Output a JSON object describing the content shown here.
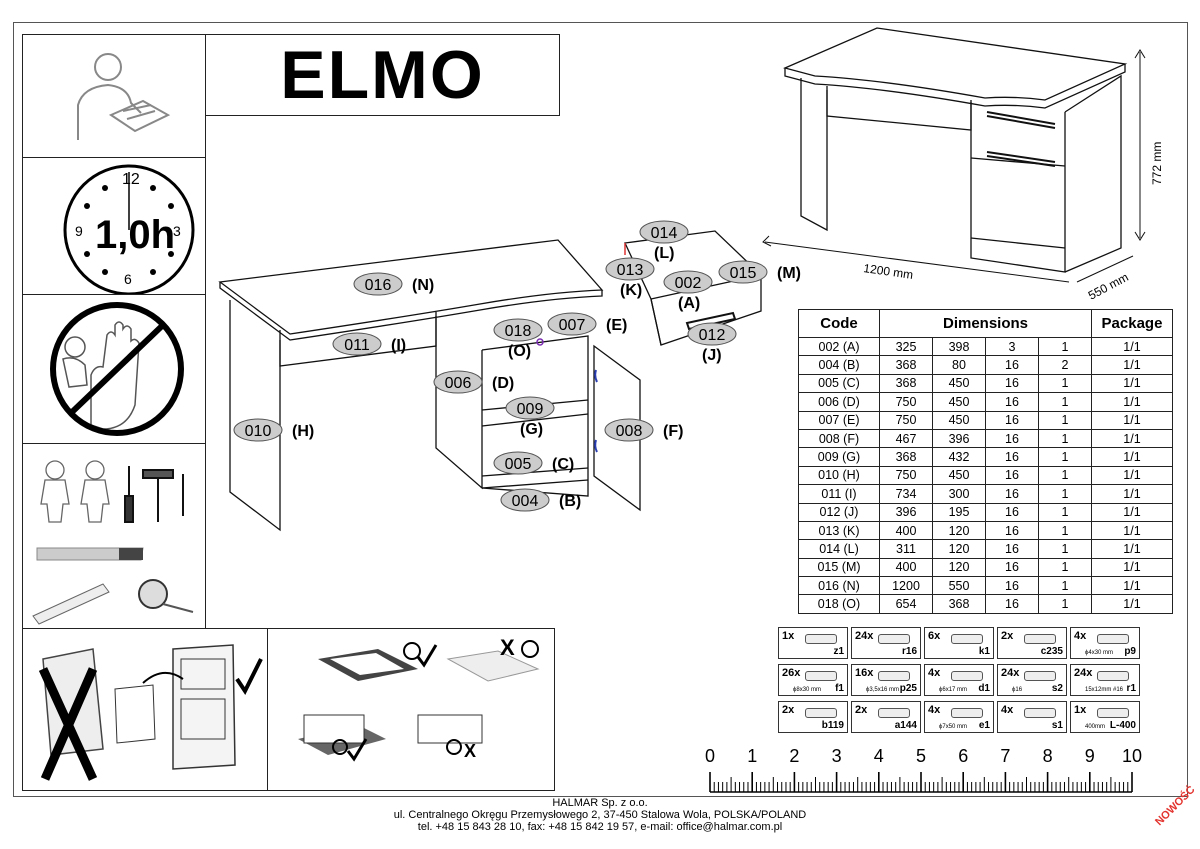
{
  "title": "ELMO",
  "clock": {
    "time": "1,0h",
    "n12": "12",
    "n3": "3",
    "n6": "6",
    "n9": "9"
  },
  "dimensions_overall": {
    "width": "1200 mm",
    "height": "772 mm",
    "depth": "550 mm"
  },
  "parts": [
    {
      "num": "016",
      "letter": "(N)"
    },
    {
      "num": "011",
      "letter": "(I)"
    },
    {
      "num": "010",
      "letter": "(H)"
    },
    {
      "num": "018",
      "letter": "(O)"
    },
    {
      "num": "007",
      "letter": "(E)"
    },
    {
      "num": "006",
      "letter": "(D)"
    },
    {
      "num": "009",
      "letter": "(G)"
    },
    {
      "num": "008",
      "letter": "(F)"
    },
    {
      "num": "005",
      "letter": "(C)"
    },
    {
      "num": "004",
      "letter": "(B)"
    },
    {
      "num": "014",
      "letter": "(L)"
    },
    {
      "num": "013",
      "letter": "(K)"
    },
    {
      "num": "002",
      "letter": "(A)"
    },
    {
      "num": "015",
      "letter": "(M)"
    },
    {
      "num": "012",
      "letter": "(J)"
    }
  ],
  "table": {
    "headers": [
      "Code",
      "Dimensions",
      "Package"
    ],
    "rows": [
      [
        "002 (A)",
        "325",
        "398",
        "3",
        "1",
        "1/1"
      ],
      [
        "004 (B)",
        "368",
        "80",
        "16",
        "2",
        "1/1"
      ],
      [
        "005 (C)",
        "368",
        "450",
        "16",
        "1",
        "1/1"
      ],
      [
        "006 (D)",
        "750",
        "450",
        "16",
        "1",
        "1/1"
      ],
      [
        "007 (E)",
        "750",
        "450",
        "16",
        "1",
        "1/1"
      ],
      [
        "008 (F)",
        "467",
        "396",
        "16",
        "1",
        "1/1"
      ],
      [
        "009 (G)",
        "368",
        "432",
        "16",
        "1",
        "1/1"
      ],
      [
        "010 (H)",
        "750",
        "450",
        "16",
        "1",
        "1/1"
      ],
      [
        "011 (I)",
        "734",
        "300",
        "16",
        "1",
        "1/1"
      ],
      [
        "012 (J)",
        "396",
        "195",
        "16",
        "1",
        "1/1"
      ],
      [
        "013 (K)",
        "400",
        "120",
        "16",
        "1",
        "1/1"
      ],
      [
        "014 (L)",
        "311",
        "120",
        "16",
        "1",
        "1/1"
      ],
      [
        "015 (M)",
        "400",
        "120",
        "16",
        "1",
        "1/1"
      ],
      [
        "016 (N)",
        "1200",
        "550",
        "16",
        "1",
        "1/1"
      ],
      [
        "018 (O)",
        "654",
        "368",
        "16",
        "1",
        "1/1"
      ]
    ]
  },
  "hardware": [
    {
      "qty": "1x",
      "code": "z1",
      "size": ""
    },
    {
      "qty": "24x",
      "code": "r16",
      "size": ""
    },
    {
      "qty": "6x",
      "code": "k1",
      "size": ""
    },
    {
      "qty": "2x",
      "code": "c235",
      "size": ""
    },
    {
      "qty": "4x",
      "code": "p9",
      "size": "ϕ4x30 mm"
    },
    {
      "qty": "26x",
      "code": "f1",
      "size": "ϕ8x30 mm"
    },
    {
      "qty": "16x",
      "code": "p25",
      "size": "ϕ3,5x16 mm"
    },
    {
      "qty": "4x",
      "code": "d1",
      "size": "ϕ6x17 mm"
    },
    {
      "qty": "24x",
      "code": "s2",
      "size": "ϕ16"
    },
    {
      "qty": "24x",
      "code": "r1",
      "size": "15x12mm #16"
    },
    {
      "qty": "2x",
      "code": "b119",
      "size": ""
    },
    {
      "qty": "2x",
      "code": "a144",
      "size": ""
    },
    {
      "qty": "4x",
      "code": "e1",
      "size": "ϕ7x50 mm"
    },
    {
      "qty": "4x",
      "code": "s1",
      "size": ""
    },
    {
      "qty": "1x",
      "code": "L-400",
      "size": "400mm"
    }
  ],
  "ruler": [
    "0",
    "1",
    "2",
    "3",
    "4",
    "5",
    "6",
    "7",
    "8",
    "9",
    "10"
  ],
  "footer": {
    "company": "HALMAR Sp. z o.o.",
    "address": "ul. Centralnego Okręgu Przemysłowego 2, 37-450 Stalowa Wola, POLSKA/POLAND",
    "contact": "tel. +48 15 843 28 10, fax: +48 15 842 19 57, e-mail: office@halmar.com.pl"
  },
  "badge": "NOWOŚĆ"
}
